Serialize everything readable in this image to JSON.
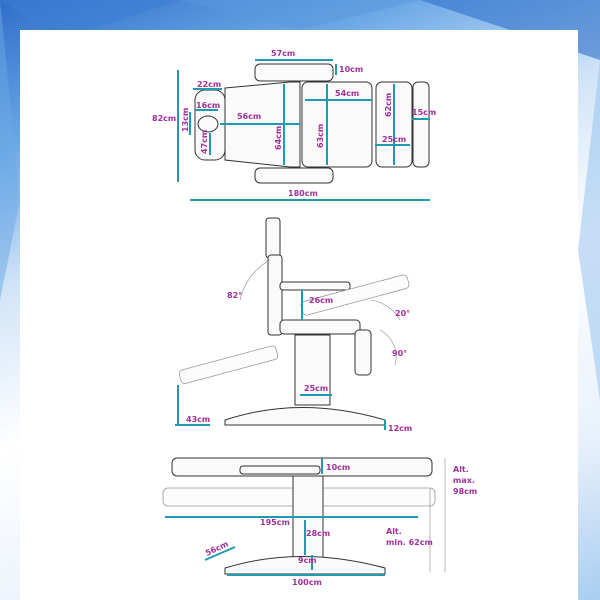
{
  "top_view": {
    "width_armrest": "57cm",
    "armrest_thickness": "10cm",
    "headrest_width": "22cm",
    "face_hole": "16cm",
    "head_length": "56cm",
    "backrest_width": "64cm",
    "seat_width": "63cm",
    "seat_length": "54cm",
    "leg_width": "62cm",
    "foot_length": "15cm",
    "leg_length": "25cm",
    "face_hole_height": "13cm",
    "headrest_side": "47cm",
    "total_width": "82cm",
    "total_length": "180cm"
  },
  "side_view": {
    "back_angle": "82°",
    "armrest_height": "26cm",
    "leg_angle": "20°",
    "knee_angle": "90°",
    "column_width": "25cm",
    "floor_clearance": "43cm",
    "base_height": "12cm"
  },
  "flat_view": {
    "top_thickness": "10cm",
    "flat_length": "195cm",
    "column_height": "28cm",
    "base_rise": "9cm",
    "base_depth": "56cm",
    "base_length": "100cm",
    "max_height_label": "Alt.",
    "max_height_label2": "max.",
    "max_height_value": "98cm",
    "min_height_label": "Alt.",
    "min_height_value": "min. 62cm"
  },
  "colors": {
    "dimension": "#1f9bb0",
    "label": "#a0309a"
  }
}
